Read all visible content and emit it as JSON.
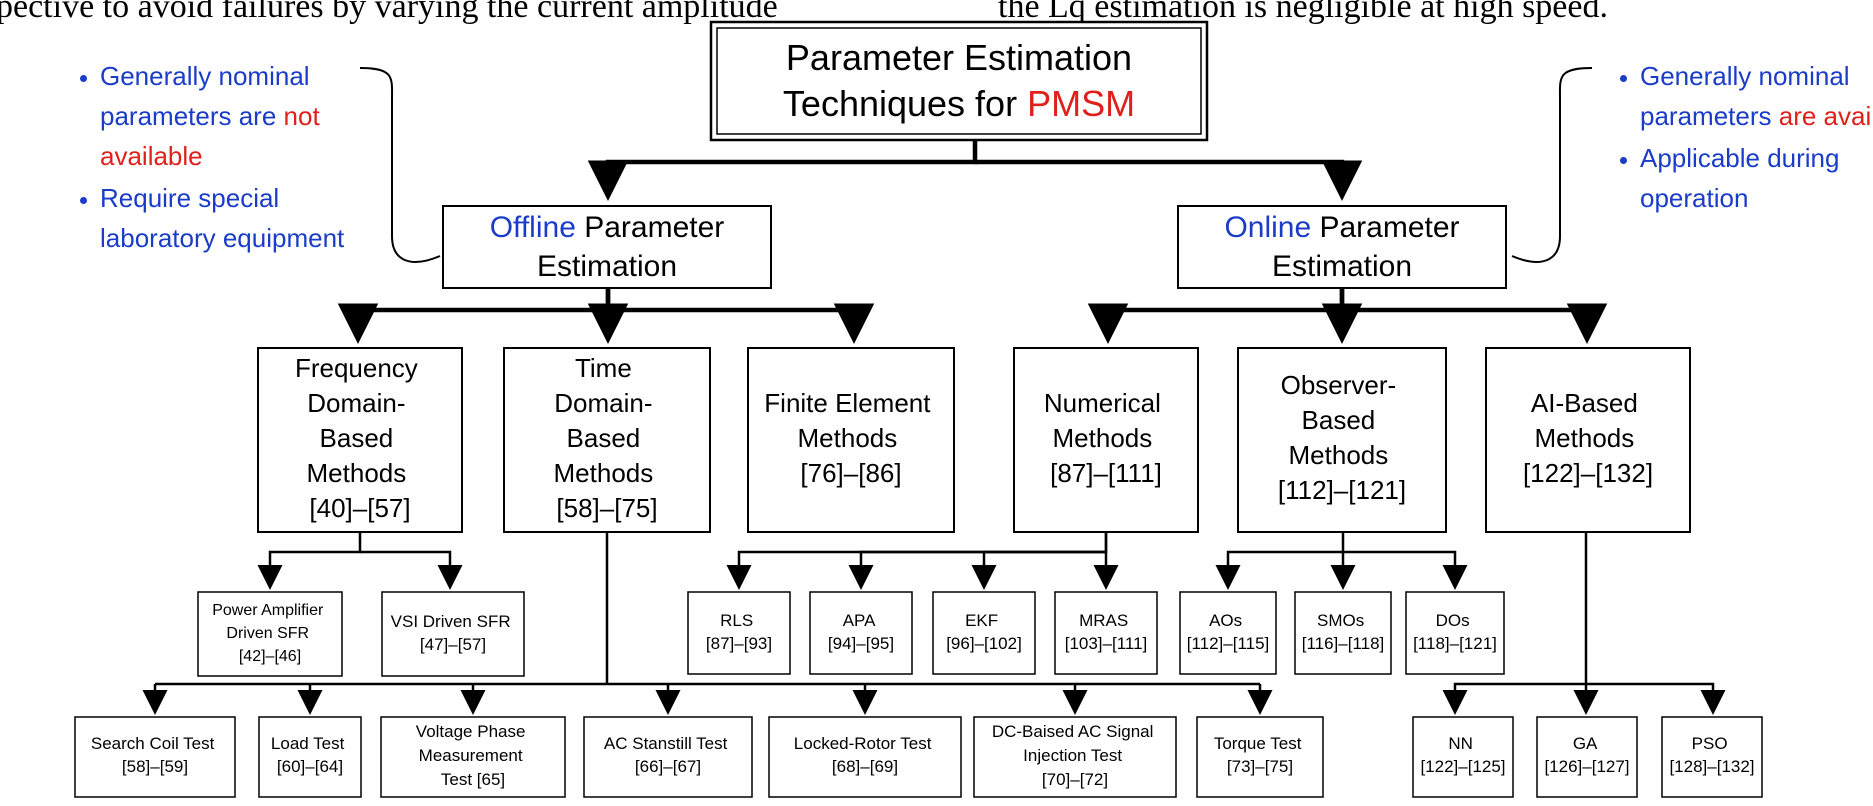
{
  "header_fragments": {
    "left": "pective to avoid failures by varying the current amplitude",
    "right": "the Lq estimation is negligible at high speed."
  },
  "colors": {
    "blue": "#1a3cc8",
    "red": "#e0201c",
    "line": "#000000"
  },
  "left_notes": {
    "b1_pre": "Generally nominal parameters are ",
    "b1_red": "not available",
    "b2": "Require special laboratory equipment"
  },
  "right_notes": {
    "b1_pre": "Generally nominal parameters ",
    "b1_red": "are available",
    "b2": "Applicable during operation"
  },
  "root": {
    "line1": "Parameter Estimation",
    "line2_pre": "Techniques for ",
    "line2_red": "PMSM"
  },
  "offline": {
    "blue": "Offline",
    "line1_rest": " Parameter",
    "line2": "Estimation"
  },
  "online": {
    "blue": "Online",
    "line1_rest": " Parameter",
    "line2": "Estimation"
  },
  "categories": {
    "freq": [
      "Frequency",
      "Domain-",
      "Based",
      "Methods",
      "[40]–[57]"
    ],
    "time": [
      "Time",
      "Domain-",
      "Based",
      "Methods",
      "[58]–[75]"
    ],
    "fem": [
      "Finite Element",
      "Methods",
      "[76]–[86]"
    ],
    "num": [
      "Numerical",
      "Methods",
      "[87]–[111]"
    ],
    "obs": [
      "Observer-",
      "Based",
      "Methods",
      "[112]–[121]"
    ],
    "ai": [
      "AI-Based",
      "Methods",
      "[122]–[132]"
    ]
  },
  "freq_children": {
    "pa": [
      "Power Amplifier",
      "Driven SFR",
      "[42]–[46]"
    ],
    "vsi": [
      "VSI Driven SFR",
      "[47]–[57]"
    ]
  },
  "num_children": {
    "rls": [
      "RLS",
      "[87]–[93]"
    ],
    "apa": [
      "APA",
      "[94]–[95]"
    ],
    "ekf": [
      "EKF",
      "[96]–[102]"
    ],
    "mras": [
      "MRAS",
      "[103]–[111]"
    ]
  },
  "obs_children": {
    "aos": [
      "AOs",
      "[112]–[115]"
    ],
    "smos": [
      "SMOs",
      "[116]–[118]"
    ],
    "dos": [
      "DOs",
      "[118]–[121]"
    ]
  },
  "time_children": {
    "search": [
      "Search Coil Test",
      "[58]–[59]"
    ],
    "load": [
      "Load Test",
      "[60]–[64]"
    ],
    "vpm": [
      "Voltage Phase",
      "Measurement",
      "Test [65]"
    ],
    "acs": [
      "AC Stanstill Test",
      "[66]–[67]"
    ],
    "lrt": [
      "Locked-Rotor Test",
      "[68]–[69]"
    ],
    "dcac": [
      "DC-Baised AC Signal",
      "Injection Test",
      "[70]–[72]"
    ],
    "torque": [
      "Torque Test",
      "[73]–[75]"
    ]
  },
  "ai_children": {
    "nn": [
      "NN",
      "[122]–[125]"
    ],
    "ga": [
      "GA",
      "[126]–[127]"
    ],
    "pso": [
      "PSO",
      "[128]–[132]"
    ]
  }
}
